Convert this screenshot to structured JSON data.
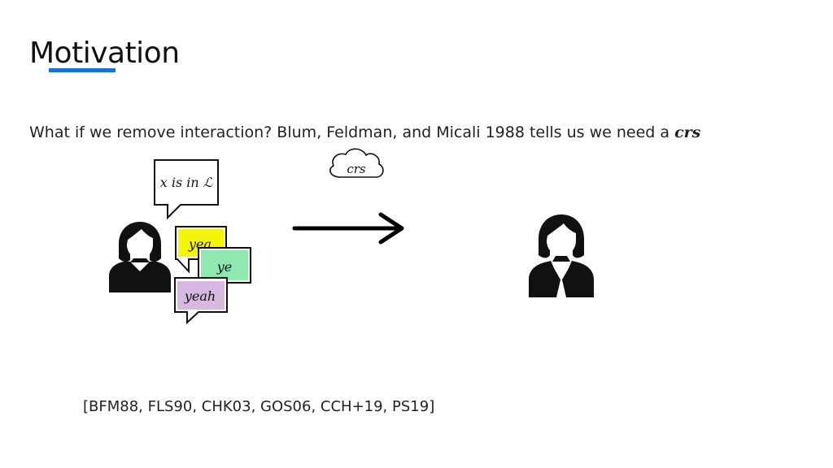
{
  "slide": {
    "title": "Motivation",
    "body_text": "What if we remove interaction? Blum, Feldman, and Micali 1988 tells us we need a ",
    "body_math": "crs",
    "references": "[BFM88, FLS90, CHK03, GOS06, CCH+19, PS19]"
  },
  "diagram": {
    "cloud_label": "crs",
    "statement_bubble": "x is in ℒ",
    "reply_bubbles": [
      {
        "text": "yea",
        "color": "#f5f50a"
      },
      {
        "text": "ye",
        "color": "#8ee8b0"
      },
      {
        "text": "yeah",
        "color": "#d6b8e0"
      }
    ]
  },
  "colors": {
    "accent": "#1f6fd9"
  }
}
